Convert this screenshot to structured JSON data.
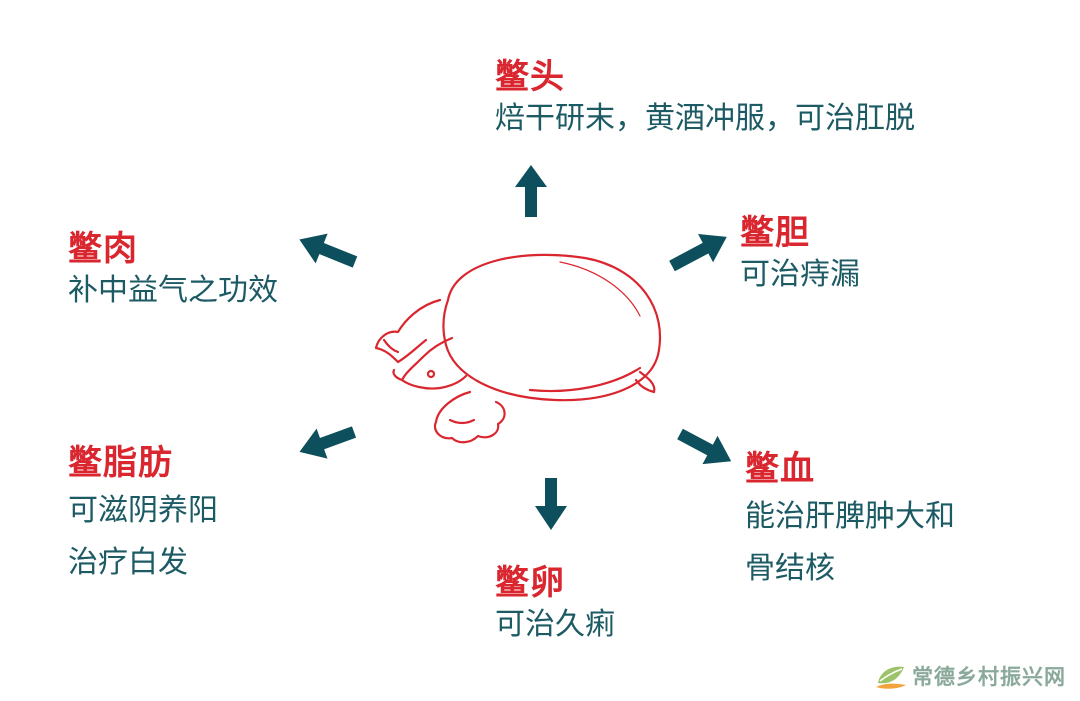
{
  "colors": {
    "title": "#d9262f",
    "text": "#1c5a64",
    "arrow": "#0d4f5c",
    "turtle": "#d9262f"
  },
  "nodes": {
    "head": {
      "title": "鳖头",
      "lines": [
        "焙干研末，黄酒冲服，可治肛脱"
      ]
    },
    "gall": {
      "title": "鳖胆",
      "lines": [
        "可治痔漏"
      ]
    },
    "meat": {
      "title": "鳖肉",
      "lines": [
        "补中益气之功效"
      ]
    },
    "fat": {
      "title": "鳖脂肪",
      "lines": [
        "可滋阴养阳",
        "治疗白发"
      ]
    },
    "egg": {
      "title": "鳖卵",
      "lines": [
        "可治久痢"
      ]
    },
    "blood": {
      "title": "鳖血",
      "lines": [
        "能治肝脾肿大和",
        "骨结核"
      ]
    }
  },
  "watermark": {
    "text": "常德乡村振兴网",
    "icon": "leaf-logo-icon"
  }
}
